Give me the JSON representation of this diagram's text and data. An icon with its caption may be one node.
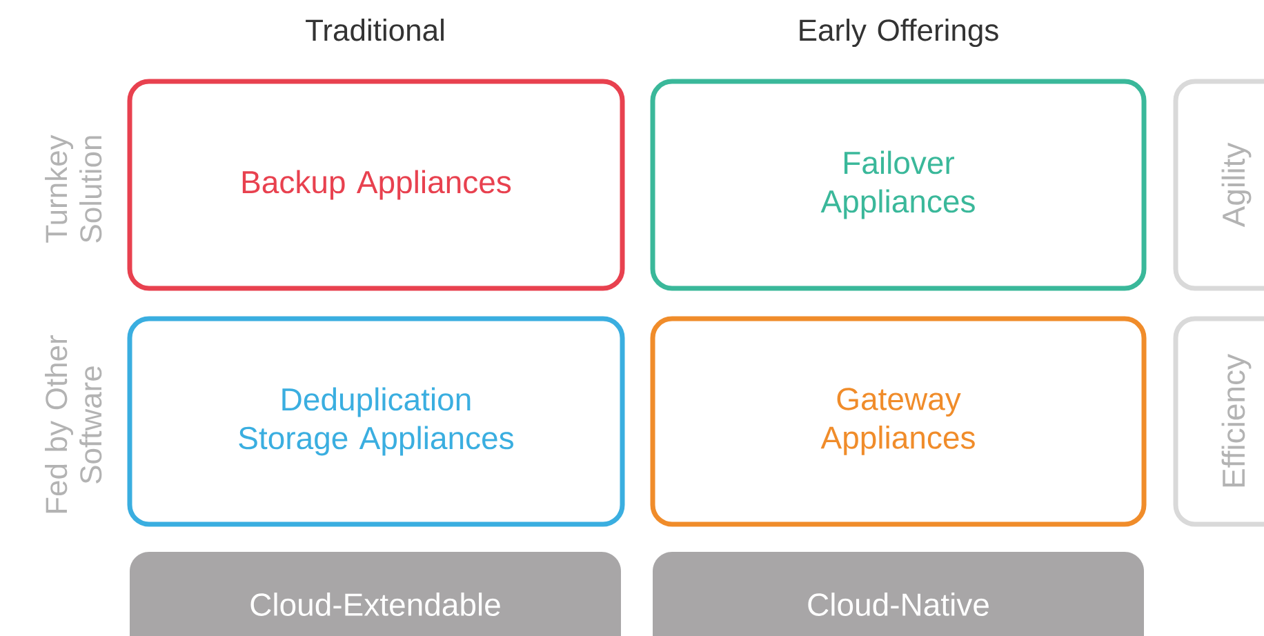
{
  "diagram": {
    "nodes": [
      {
        "text": [
          "Backup Appliances"
        ]
      },
      {
        "text": [
          "Failover Appliances"
        ]
      },
      {
        "text": [
          "Agility"
        ]
      },
      {
        "text": [
          "Deduplication Storage Appliances"
        ]
      },
      {
        "text": [
          "Gateway Appliances"
        ]
      },
      {
        "text": [
          "Efficiency"
        ]
      },
      {
        "text": [
          "Cloud-Extendable"
        ]
      },
      {
        "text": [
          "Cloud-Native"
        ]
      }
    ],
    "labels": [
      "Traditional",
      "Early Offerings",
      "Turnkey Solution",
      "Fed by Other Software"
    ]
  }
}
